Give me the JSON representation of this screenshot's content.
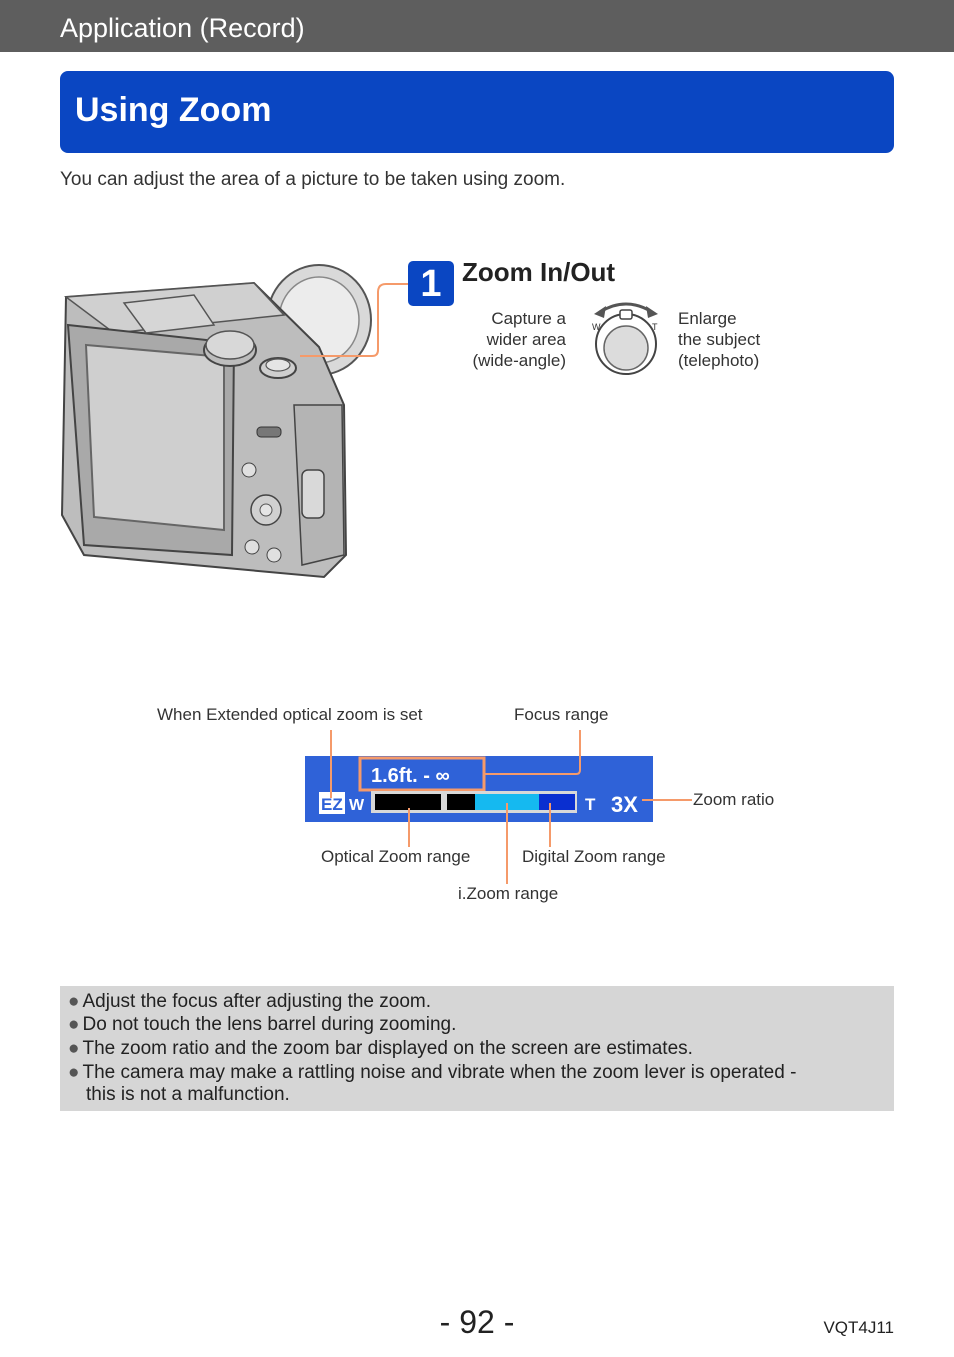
{
  "header": {
    "section": "Application (Record)"
  },
  "title": "Using Zoom",
  "intro": "You can adjust the area of a picture to be taken using zoom.",
  "step": {
    "number": "1",
    "heading": "Zoom In/Out",
    "left_caption": "Capture a\nwider area\n(wide-angle)",
    "right_caption": "Enlarge\nthe subject\n(telephoto)",
    "lever_w": "W",
    "lever_t": "T"
  },
  "zoom_bar": {
    "ez_label": "When Extended optical zoom is set",
    "focus_label": "Focus range",
    "ratio_label": "Zoom ratio",
    "optical_label": "Optical Zoom range",
    "digital_label": "Digital Zoom range",
    "izoom_label": "i.Zoom range",
    "focus_value": "1.6ft. - ∞",
    "ez": "EZ",
    "w": "W",
    "t": "T",
    "ratio_value": "3X"
  },
  "notes": [
    "Adjust the focus after adjusting the zoom.",
    "Do not touch the lens barrel during zooming.",
    "The zoom ratio and the zoom bar displayed on the screen are estimates.",
    "The camera may make a rattling noise and vibrate when the zoom lever is operated -"
  ],
  "notes_continuation": "this is not a malfunction.",
  "footer": {
    "page": "- 92 -",
    "code": "VQT4J11"
  },
  "colors": {
    "header_bg": "#5e5e5e",
    "title_bg": "#0a46c2",
    "callout": "#f59a6a",
    "note_bg": "#d6d6d6"
  }
}
